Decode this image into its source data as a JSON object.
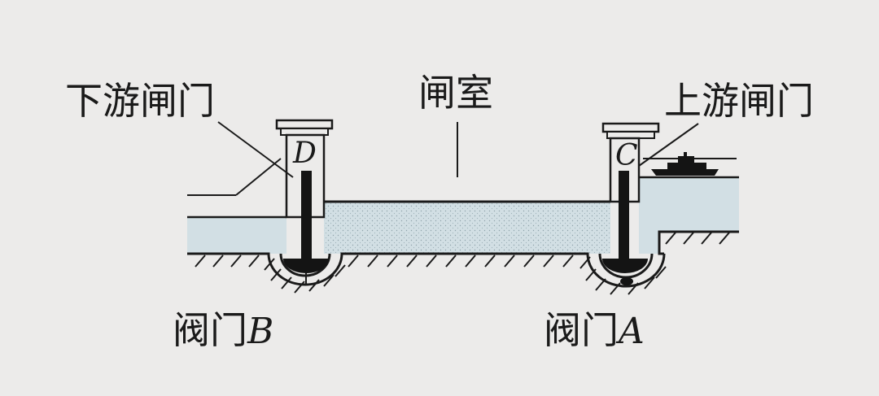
{
  "labels": {
    "downstream_gate": "下游闸门",
    "lock_chamber": "闸室",
    "upstream_gate": "上游闸门",
    "valve_b_text": "阀门",
    "valve_b_letter": "B",
    "valve_a_text": "阀门",
    "valve_a_letter": "A",
    "point_d": "D",
    "point_c": "C"
  },
  "colors": {
    "ink": "#1a1a1a",
    "water": "#d2dfe4",
    "background": "#ecebea"
  }
}
